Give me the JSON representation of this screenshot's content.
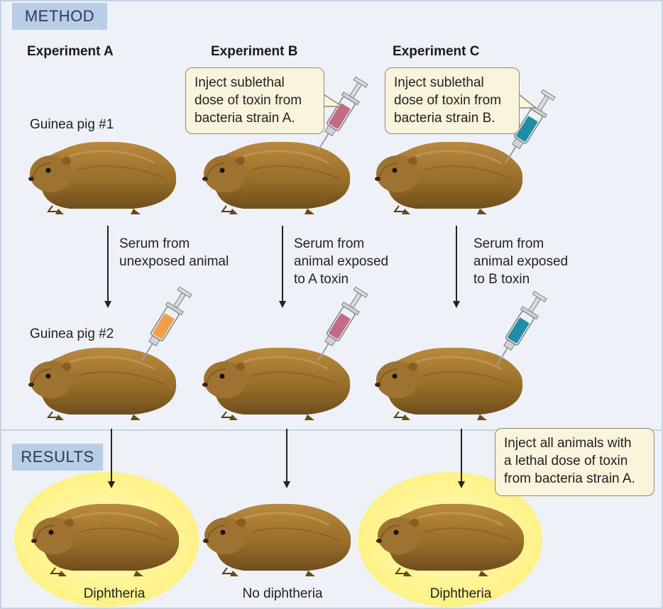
{
  "method_label": "METHOD",
  "results_label": "RESULTS",
  "experiments": [
    "Experiment A",
    "Experiment B",
    "Experiment C"
  ],
  "pig1_label": "Guinea pig #1",
  "pig2_label": "Guinea pig #2",
  "inject_b": "Inject sublethal\ndose of toxin from\nbacteria strain A.",
  "inject_c": "Inject sublethal\ndose of toxin from\nbacteria strain B.",
  "serum": [
    "Serum from\nunexposed animal",
    "Serum from\nanimal exposed\nto A toxin",
    "Serum from\nanimal exposed\nto B toxin"
  ],
  "lethal_note": "Inject all animals with\na lethal dose of toxin\nfrom bacteria strain A.",
  "outcomes": [
    "Diphtheria",
    "No diphtheria",
    "Diphtheria"
  ],
  "colors": {
    "background": "#eef2f8",
    "tag": "#b9cde6",
    "bubble": "#fbf4dc",
    "fur": "#a2772f",
    "glow": "#fff27a",
    "serum_a": "#f0a04a",
    "serum_b": "#c26a86",
    "serum_c": "#1f8da6"
  }
}
